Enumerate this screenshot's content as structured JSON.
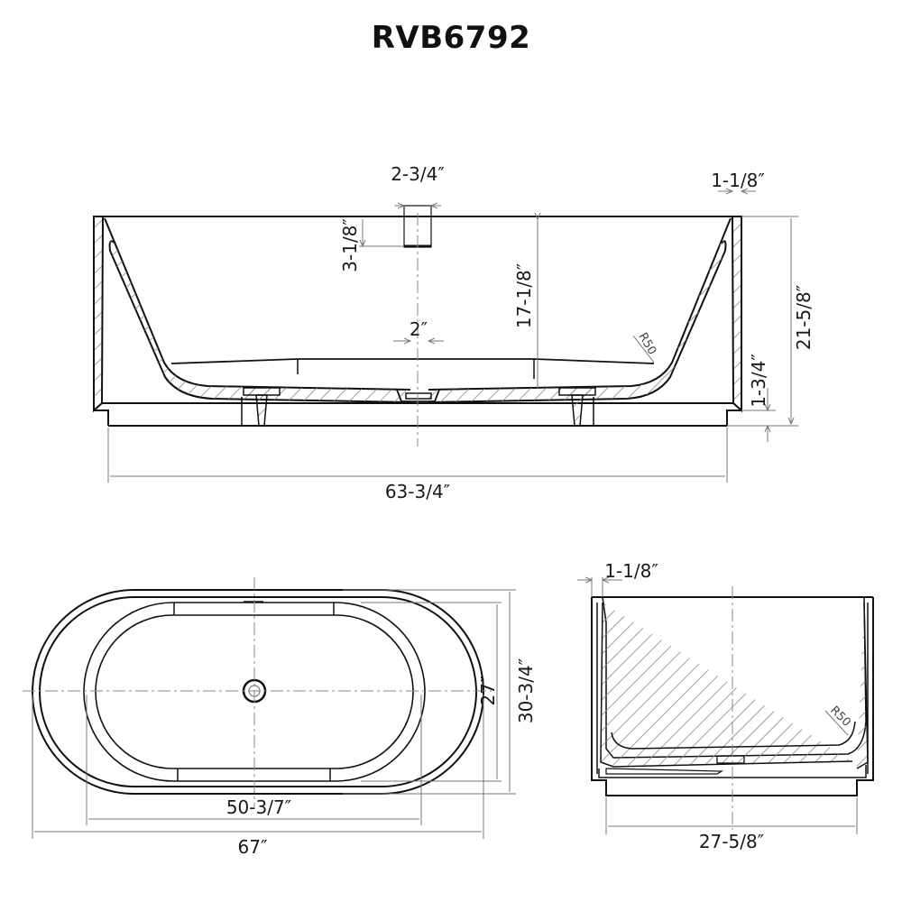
{
  "title": "RVB6792",
  "colors": {
    "line": "#111111",
    "dimension": "#777777",
    "hatch": "#888888",
    "text": "#1a1a1a"
  },
  "front_section": {
    "dims": {
      "overflow_width": "2-3/4″",
      "overflow_depth": "3-1/8″",
      "rim_thickness": "1-1/8″",
      "interior_depth": "17-1/8″",
      "total_height": "21-5/8″",
      "drain_width": "2″",
      "base_height": "1-3/4″",
      "length": "63-3/4″"
    },
    "radius_label": "R50"
  },
  "top_view": {
    "dims": {
      "inner_width": "27″",
      "outer_width": "30-3/4″",
      "inner_length": "50-3/7″",
      "outer_length": "67″"
    }
  },
  "end_section": {
    "dims": {
      "rim_thickness": "1-1/8″",
      "base_width": "27-5/8″"
    },
    "radius_label": "R50"
  }
}
